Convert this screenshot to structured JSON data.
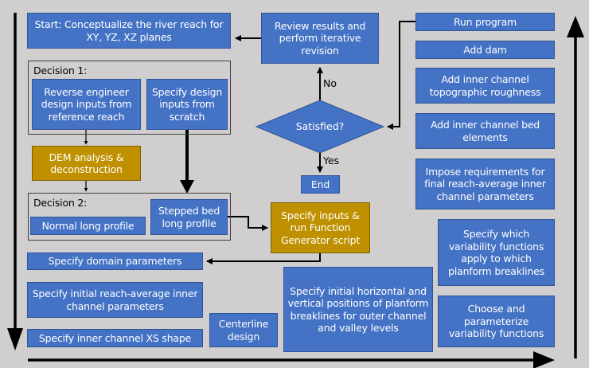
{
  "colors": {
    "background": "#d0cece",
    "process_box": "#4472c4",
    "script_box": "#bf9000",
    "arrow": "#000000"
  },
  "start": "Start: Conceptualize the river reach for XY, YZ, XZ planes",
  "review": "Review results and perform iterative revision",
  "decision1": {
    "label": "Decision 1:",
    "options": [
      "Reverse engineer design inputs from reference reach",
      "Specify design inputs from scratch"
    ]
  },
  "dem": "DEM analysis & deconstruction",
  "decision2": {
    "label": "Decision 2:",
    "options": [
      "Normal long profile",
      "Stepped bed long profile"
    ]
  },
  "function_generator": "Specify inputs & run Function Generator script",
  "satisfied": {
    "question": "Satisfied?",
    "no_label": "No",
    "yes_label": "Yes"
  },
  "end": "End",
  "left_steps": [
    "Specify domain parameters",
    "Specify initial reach-average inner channel parameters",
    "Specify inner channel XS shape"
  ],
  "centerline": "Centerline design",
  "breaklines": "Specify initial horizontal and vertical positions of planform breaklines for outer channel and valley levels",
  "right_steps": [
    "Run program",
    "Add dam",
    "Add inner channel topographic roughness",
    "Add inner channel bed elements",
    "Impose requirements for final reach-average inner channel parameters",
    "Specify which variability functions apply to which planform breaklines",
    "Choose and parameterize variability functions"
  ]
}
